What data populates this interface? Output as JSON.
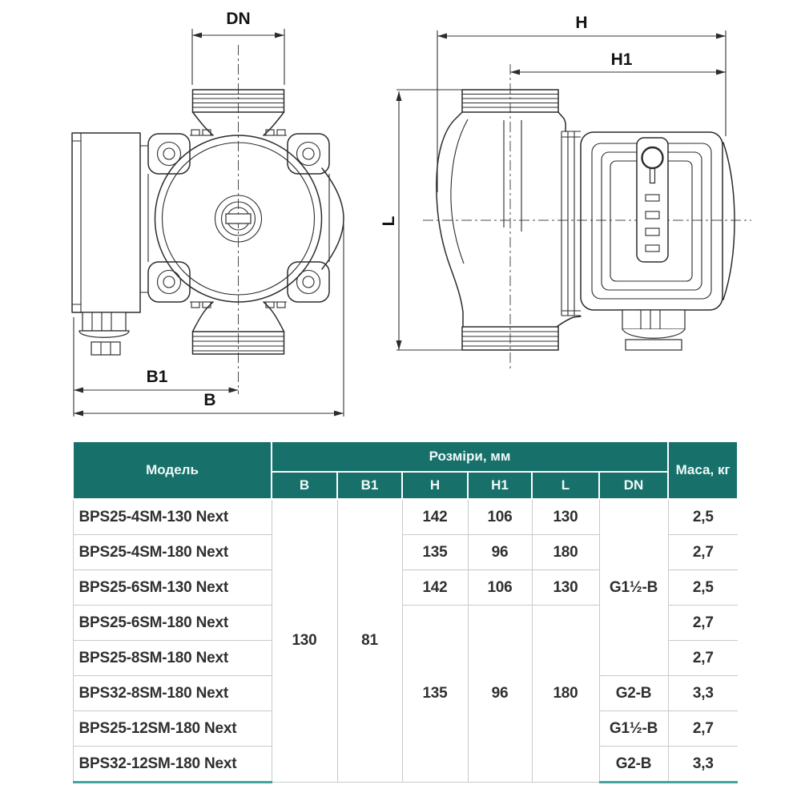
{
  "diagram": {
    "labels": {
      "dn": "DN",
      "b1": "B1",
      "b": "B",
      "h": "H",
      "h1": "H1",
      "l": "L"
    }
  },
  "table": {
    "headers": {
      "model": "Модель",
      "dimensions_group": "Розміри, мм",
      "b": "B",
      "b1": "B1",
      "h": "H",
      "h1": "H1",
      "l": "L",
      "dn": "DN",
      "mass": "Маса, кг"
    },
    "shared": {
      "b": "130",
      "b1": "81",
      "h_merged": "135",
      "h1_merged": "96",
      "l_merged": "180",
      "dn_group1": "G1½-B",
      "dn_row6": "G2-B",
      "dn_row7": "G1½-B",
      "dn_row8": "G2-B"
    },
    "rows": [
      {
        "model": "BPS25-4SM-130 Next",
        "h": "142",
        "h1": "106",
        "l": "130",
        "mass": "2,5"
      },
      {
        "model": "BPS25-4SM-180 Next",
        "h": "135",
        "h1": "96",
        "l": "180",
        "mass": "2,7"
      },
      {
        "model": "BPS25-6SM-130 Next",
        "h": "142",
        "h1": "106",
        "l": "130",
        "mass": "2,5"
      },
      {
        "model": "BPS25-6SM-180 Next",
        "mass": "2,7"
      },
      {
        "model": "BPS25-8SM-180 Next",
        "mass": "2,7"
      },
      {
        "model": "BPS32-8SM-180 Next",
        "mass": "3,3"
      },
      {
        "model": "BPS25-12SM-180 Next",
        "mass": "2,7"
      },
      {
        "model": "BPS32-12SM-180 Next",
        "mass": "3,3"
      }
    ]
  }
}
